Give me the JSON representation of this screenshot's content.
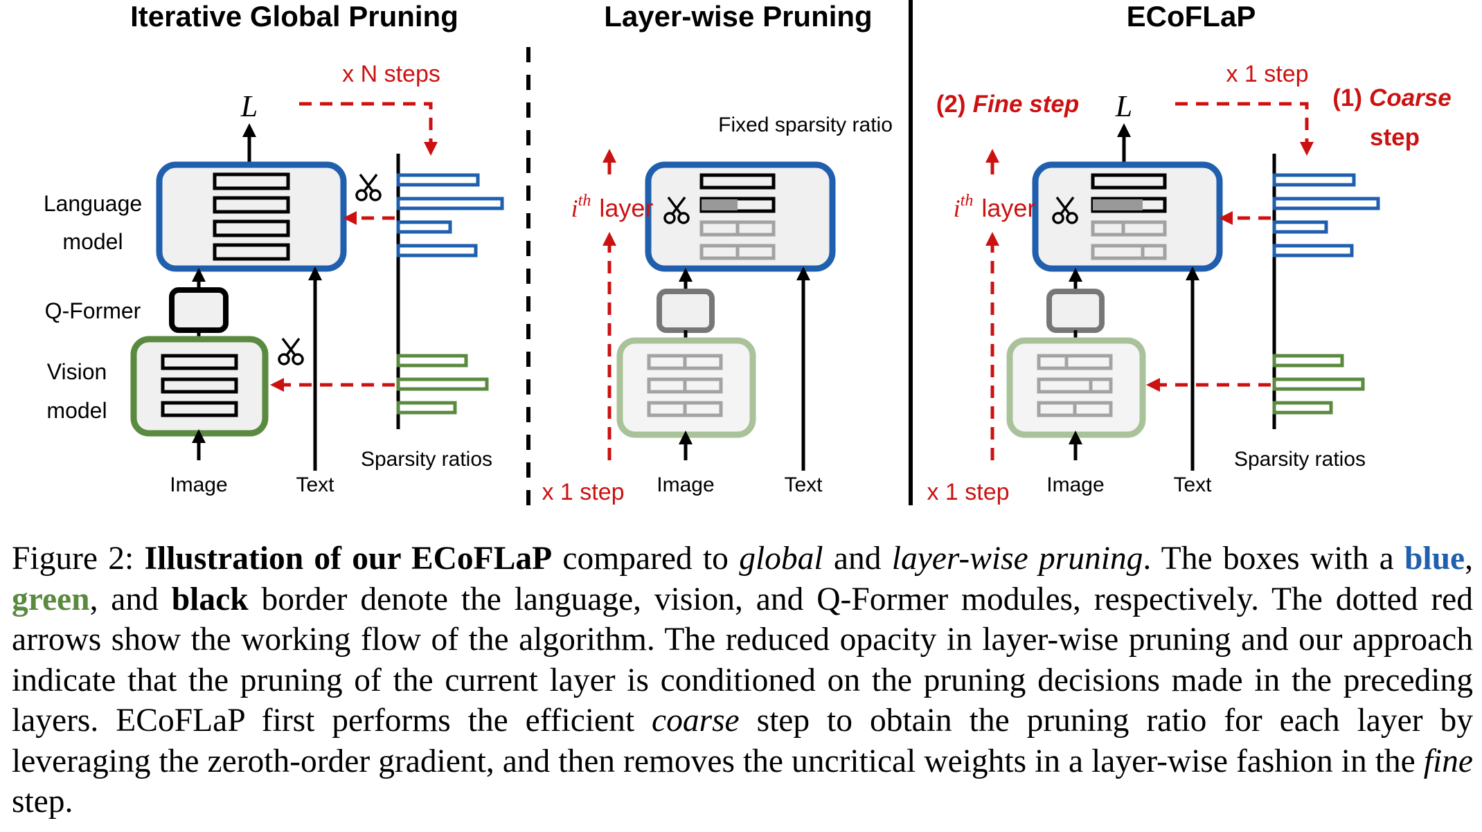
{
  "panels": [
    {
      "title": "Iterative Global Pruning"
    },
    {
      "title": "Layer-wise Pruning"
    },
    {
      "title": "ECoFLaP"
    }
  ],
  "labels": {
    "loss": "L",
    "language_model_line1": "Language",
    "language_model_line2": "model",
    "qformer": "Q-Former",
    "vision_model_line1": "Vision",
    "vision_model_line2": "model",
    "image": "Image",
    "text": "Text",
    "sparsity_ratios": "Sparsity ratios",
    "x_n_steps": "x N steps",
    "x_1_step": "x 1 step",
    "fixed_sparsity_ratio": "Fixed sparsity ratio",
    "ith": "i",
    "th": "th",
    "layer": "layer",
    "fine_step_num": "(2)",
    "fine_step_word": "Fine step",
    "coarse_step_num": "(1)",
    "coarse_step_word": "Coarse",
    "coarse_step_word2": "step"
  },
  "caption": {
    "fig_label": "Figure 2:",
    "bold_title": "Illustration of our ECoFLaP",
    "t1": " compared to ",
    "global": "global",
    "t2": " and ",
    "layerwise": "layer-wise pruning",
    "t3": ". The boxes with a ",
    "blue": "blue",
    "t4": ", ",
    "green": "green",
    "t5": ", and ",
    "black": "black",
    "t6": " border denote the language, vision, and Q-Former modules, respectively. The dotted red arrows show the working flow of the algorithm. The reduced opacity in layer-wise pruning and our approach indicate that the pruning of the current layer is conditioned on the pruning decisions made in the preceding layers. ECoFLaP first performs the efficient ",
    "coarse": "coarse",
    "t7": " step to obtain the pruning ratio for each layer by leveraging the zeroth-order gradient, and then removes the uncritical weights in a layer-wise fashion in the ",
    "fine": "fine",
    "t8": " step."
  },
  "colors": {
    "blue": "#1f5fae",
    "green": "#5a8a3f",
    "red": "#cc1111",
    "black": "#000000"
  }
}
